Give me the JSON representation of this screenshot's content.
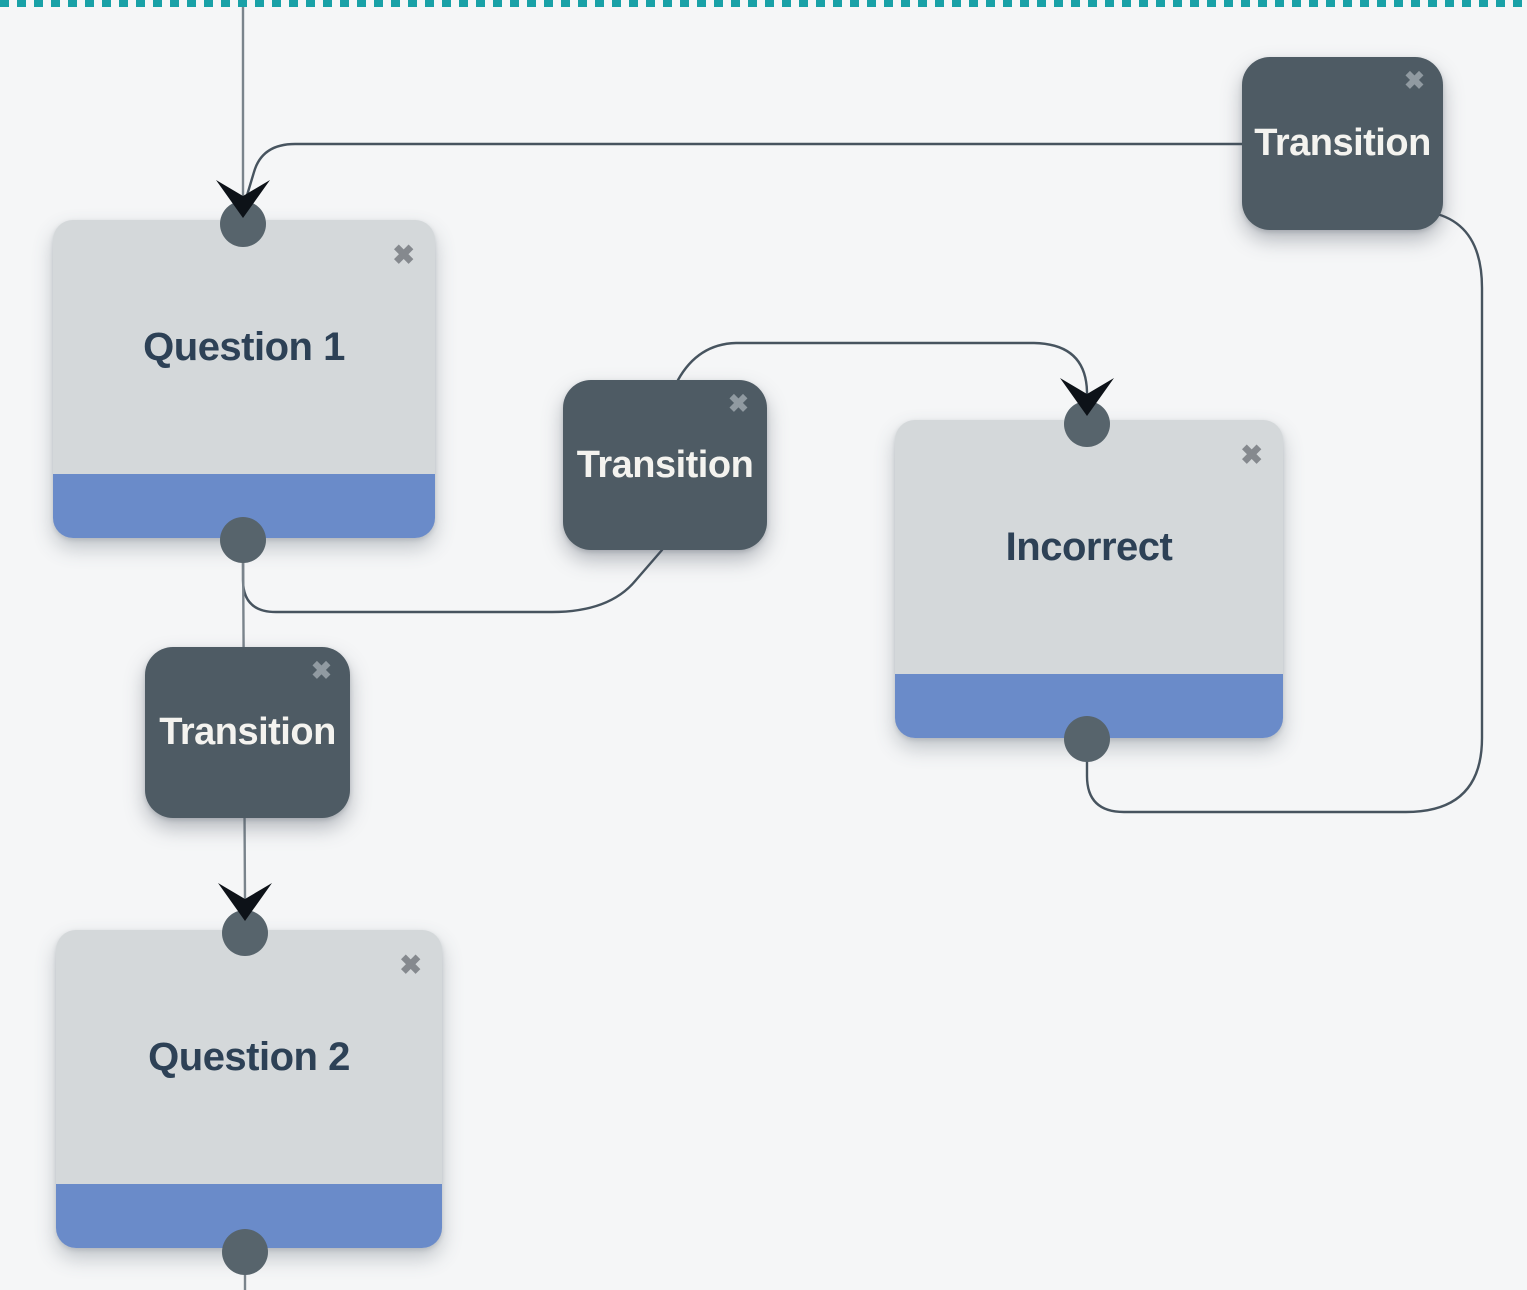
{
  "diagram": {
    "close_icon_glyph": "✖",
    "nodes": [
      {
        "label": "Question 1",
        "type": "state"
      },
      {
        "label": "Incorrect",
        "type": "state"
      },
      {
        "label": "Question 2",
        "type": "state"
      },
      {
        "label": "Transition",
        "type": "transition",
        "position": "top-right"
      },
      {
        "label": "Transition",
        "type": "transition",
        "position": "middle"
      },
      {
        "label": "Transition",
        "type": "transition",
        "position": "left"
      }
    ],
    "edges": [
      {
        "from": "canvas-top",
        "to": "question-1-top"
      },
      {
        "from": "transition-top-right",
        "to": "question-1-top"
      },
      {
        "from": "question-1-bottom",
        "to": "transition-middle"
      },
      {
        "from": "transition-middle",
        "to": "incorrect-top"
      },
      {
        "from": "incorrect-bottom",
        "to": "transition-top-right"
      },
      {
        "from": "question-1-bottom",
        "to": "transition-left-to-question-2"
      },
      {
        "from": "question-2-bottom",
        "to": "canvas-bottom"
      }
    ],
    "colors": {
      "canvas_bg": "#f5f6f7",
      "boundary": "#19a1a7",
      "state_body": "#d4d8da",
      "state_footer": "#6a8bc9",
      "state_label": "#2d4156",
      "transition_bg": "#4e5b64",
      "transition_label": "#f4f3ef",
      "port": "#57646c",
      "edge": "#47545f",
      "edge_plain": "#7a848c",
      "arrow": "#0d1218",
      "close_state": "#85898e",
      "close_transition": "#a7b0b6"
    }
  }
}
